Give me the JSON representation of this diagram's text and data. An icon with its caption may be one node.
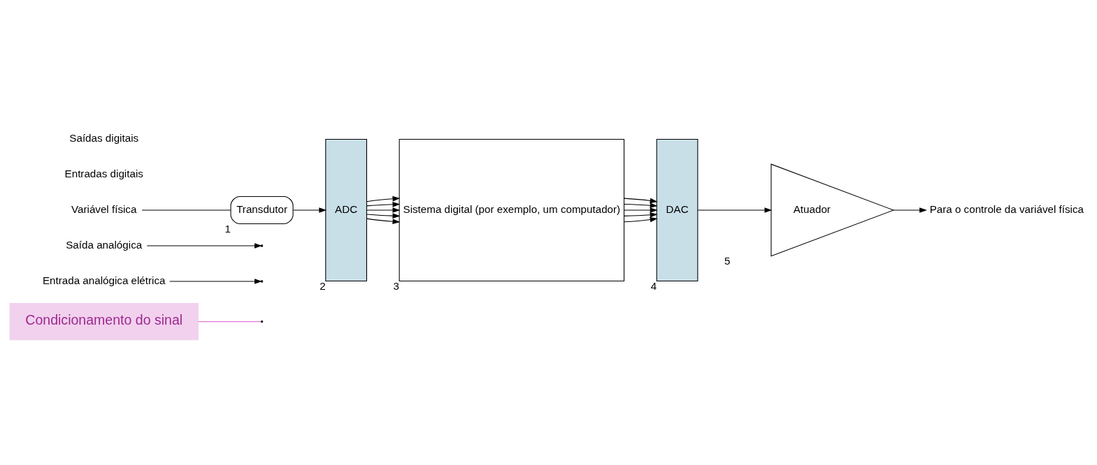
{
  "diagram": {
    "nodes": [
      {
        "text": [
          "Condicionamento do sinal"
        ]
      },
      {
        "text": [
          "Entrada analógica elétrica"
        ]
      },
      {
        "text": [
          "Saída analógica"
        ]
      },
      {
        "text": [
          "Variável física"
        ]
      },
      {
        "text": [
          "Transdutor"
        ],
        "beside": [
          "1"
        ]
      },
      {
        "text": [
          "ADC"
        ],
        "beside": [
          "2"
        ]
      },
      {
        "text": [
          "Sistema digital (por exemplo, um computador)"
        ],
        "beside": [
          "3"
        ]
      },
      {
        "text": [
          "DAC"
        ],
        "beside": [
          "4"
        ]
      },
      {
        "text": [
          "Atuador"
        ],
        "beside": [
          "5"
        ]
      },
      {
        "text": [
          "Para o controle da variável física"
        ]
      }
    ],
    "edges": [
      {
        "from": 3,
        "to": 4,
        "arrow": "none"
      },
      {
        "from": 4,
        "to": 5,
        "arrow": "to"
      },
      {
        "from": 5,
        "to": 6,
        "arrow": "to"
      },
      {
        "from": 5,
        "to": 6,
        "arrow": "to"
      },
      {
        "from": 5,
        "to": 6,
        "arrow": "to"
      },
      {
        "from": 5,
        "to": 6,
        "arrow": "to"
      },
      {
        "from": 5,
        "to": 6,
        "arrow": "to"
      },
      {
        "from": 6,
        "to": 7,
        "arrow": "to"
      },
      {
        "from": 6,
        "to": 7,
        "arrow": "to"
      },
      {
        "from": 6,
        "to": 7,
        "arrow": "to"
      },
      {
        "from": 6,
        "to": 7,
        "arrow": "to"
      },
      {
        "from": 6,
        "to": 7,
        "arrow": "to"
      },
      {
        "from": 7,
        "to": 8,
        "arrow": "to"
      },
      {
        "from": 8,
        "to": 9,
        "arrow": "to"
      },
      {
        "from": 0,
        "to": null,
        "arrow": "none",
        "color": "#e07ad8"
      },
      {
        "from": 1,
        "to": null,
        "arrow": "to"
      },
      {
        "from": 2,
        "to": null,
        "arrow": "to"
      }
    ],
    "labels": [
      "Entradas digitais",
      "Saídas digitais"
    ]
  }
}
